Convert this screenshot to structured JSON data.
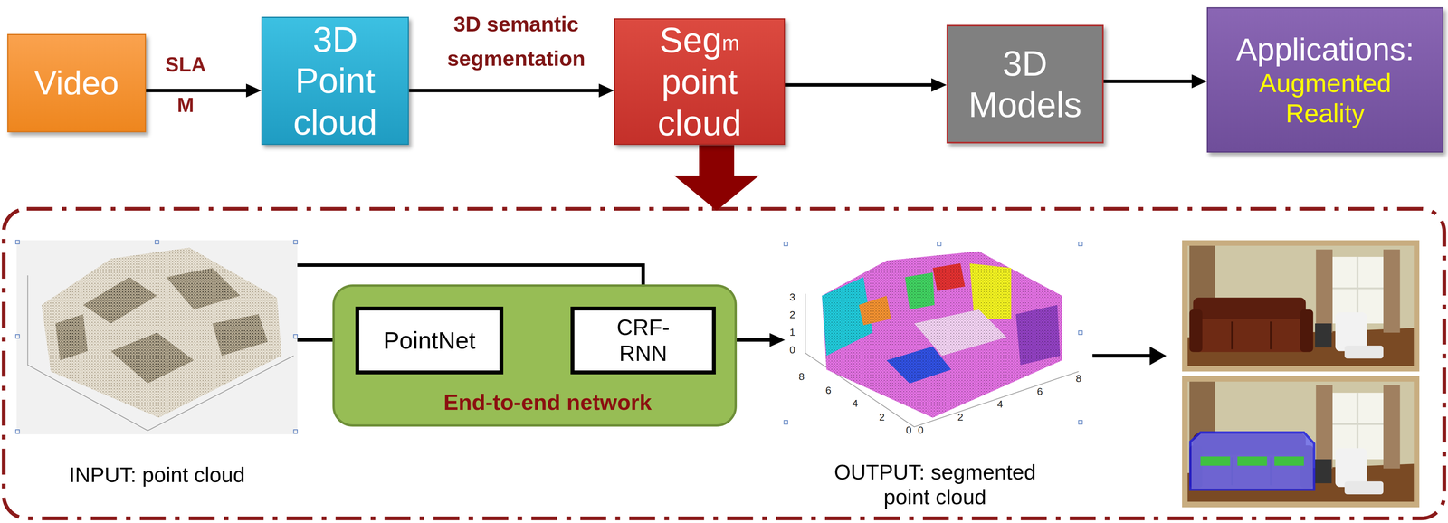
{
  "diagram": {
    "nodes": [
      {
        "text": [
          "Video"
        ]
      },
      {
        "text": [
          "3D Point cloud"
        ]
      },
      {
        "text": [
          "Seg",
          "m",
          "point cloud"
        ]
      },
      {
        "text": [
          "3D Models"
        ]
      },
      {
        "text": [
          "Applications:",
          "Augmented Reality"
        ]
      },
      {
        "text": [
          "INPUT: point cloud"
        ]
      },
      {
        "text": [
          "End-to-end network"
        ]
      },
      {
        "text": [
          "PointNet"
        ],
        "in": 6
      },
      {
        "text": [
          "CRF- RNN"
        ],
        "in": 6
      },
      {
        "text": [
          "OUTPUT: segmented point cloud"
        ]
      }
    ],
    "edges": [
      {
        "from": 0,
        "to": 1,
        "label": "SLA M",
        "arrow": "to"
      },
      {
        "from": 1,
        "to": 2,
        "label": "3D semantic segmentation",
        "arrow": "to"
      },
      {
        "from": 2,
        "to": 3,
        "arrow": "to"
      },
      {
        "from": 3,
        "to": 4,
        "arrow": "to"
      },
      {
        "from": 5,
        "to": 7,
        "arrow": "to"
      },
      {
        "from": 5,
        "to": 8,
        "arrow": "to"
      },
      {
        "from": 7,
        "to": 8,
        "arrow": "to"
      },
      {
        "from": 8,
        "to": 9,
        "arrow": "to"
      }
    ],
    "labels": [
      "3",
      "2",
      "1",
      "0",
      "8",
      "6",
      "4",
      "2",
      "0",
      "0",
      "2",
      "4",
      "6",
      "8"
    ]
  }
}
